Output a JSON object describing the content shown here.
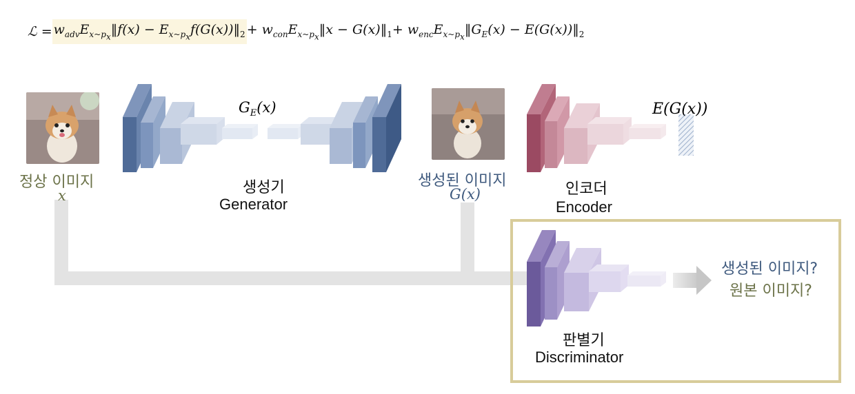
{
  "formula": {
    "lhs": "ℒ = ",
    "w_adv": "w",
    "w_adv_sub": "adv",
    "adv_term": "E",
    "adv_term_sub": "x~p",
    "adv_sub2": "x",
    "adv_inner": "‖f(x) − E",
    "adv_inner_sub": "x~p",
    "adv_inner_sub2": "x",
    "adv_inner_tail": "f(G(x))‖",
    "adv_norm": "2",
    "plus1": " + w",
    "con_sub": "con",
    "con_E": "E",
    "con_E_sub": "x~p",
    "con_E_sub2": "x",
    "con_body": "‖x − G(x)‖",
    "con_norm": "1",
    "plus2": " + w",
    "enc_sub": "enc",
    "enc_E": "E",
    "enc_E_sub": "x~p",
    "enc_E_sub2": "x",
    "enc_body_1": "‖G",
    "enc_body_sub": "E",
    "enc_body_2": "(x) − E(G(x))‖",
    "enc_norm": "2"
  },
  "generator": {
    "label_ko": "생성기",
    "label_en": "Generator",
    "latent_label": "G",
    "latent_label_sub": "E",
    "latent_label_tail": "(x)"
  },
  "encoder": {
    "label_ko": "인코더",
    "label_en": "Encoder",
    "output_label": "E(G(x))"
  },
  "discriminator": {
    "label_ko": "판별기",
    "label_en": "Discriminator",
    "output_fake": "생성된 이미지?",
    "output_real": "원본 이미지?"
  },
  "input_image": {
    "label_ko": "정상 이미지",
    "symbol": "x"
  },
  "generated_image": {
    "label_ko": "생성된 이미지",
    "symbol": "G(x)"
  },
  "colors": {
    "generator_blue": "#4f6b97",
    "encoder_red": "#9b4a62",
    "discriminator_purple": "#6b5a9b",
    "highlight": "#fbf5df",
    "frame_gold": "#d8cc9a",
    "olive_text": "#6b7248",
    "navy_text": "#3f5a7e"
  }
}
